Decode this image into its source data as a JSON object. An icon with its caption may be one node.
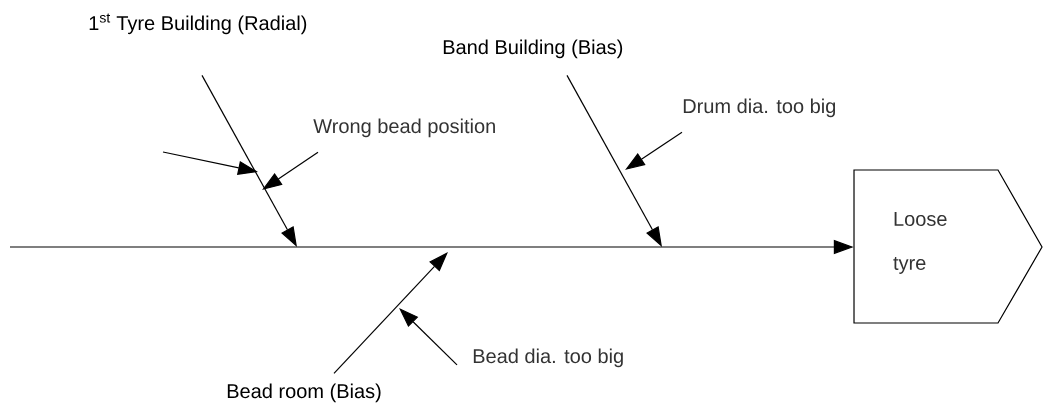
{
  "diagram": {
    "nodes": [
      {
        "text": [
          "1$^{st}$ Tyre Building (Radial)"
        ]
      },
      {
        "text": [
          "Band Building (Bias)"
        ]
      },
      {
        "text": [
          "Wrong bead position"
        ]
      },
      {
        "text": [
          "Drum dia. too big"
        ]
      },
      {
        "text": [
          "Loose tyre"
        ]
      },
      {
        "text": [
          "Bead dia. too big"
        ]
      },
      {
        "text": [
          "Bead room (Bias)"
        ]
      }
    ],
    "edges": [
      {
        "from": null,
        "to": 4,
        "arrow": "to"
      },
      {
        "from": 0,
        "to": null,
        "arrow": "to"
      },
      {
        "from": 1,
        "to": null,
        "arrow": "to"
      },
      {
        "from": 6,
        "to": null,
        "arrow": "to"
      },
      {
        "from": 2,
        "to": null,
        "arrow": "to"
      },
      {
        "from": 3,
        "to": null,
        "arrow": "to"
      },
      {
        "from": 5,
        "to": null,
        "arrow": "to"
      }
    ]
  }
}
